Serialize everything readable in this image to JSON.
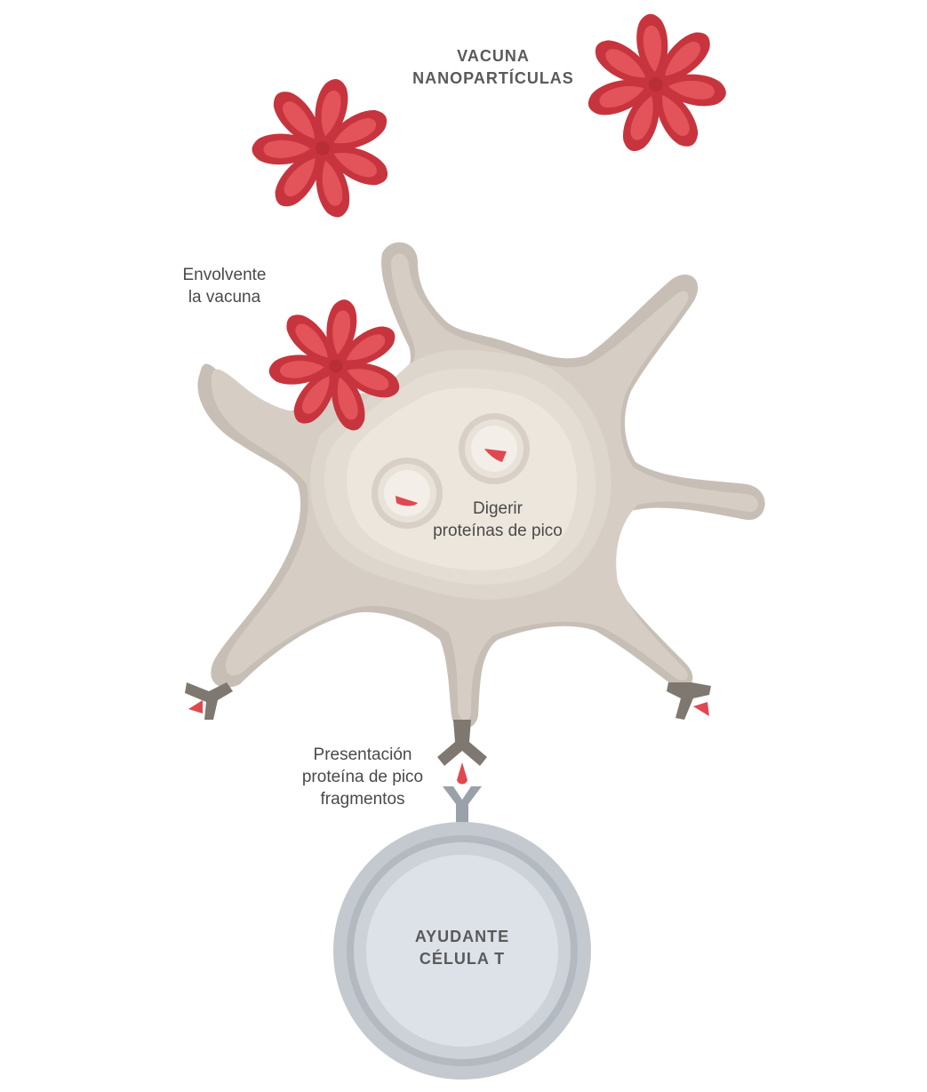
{
  "labels": {
    "vaccine": [
      "VACUNA",
      "NANOPARTÍCULAS"
    ],
    "engulf": [
      "Envolvente",
      "la vacuna"
    ],
    "digest": [
      "Digerir",
      "proteínas de pico"
    ],
    "present": [
      "Presentación",
      "proteína de pico",
      "fragmentos"
    ],
    "tcell": [
      "AYUDANTE",
      "CÉLULA T"
    ]
  },
  "colors": {
    "nanoparticle_red": "#c8343d",
    "nanoparticle_light": "#e2535a",
    "cell_outer": "#b8b0a6",
    "cell_mid": "#d2cac0",
    "cell_inner": "#e6dfd6",
    "receptor": "#7f7870",
    "tcell_outer": "#b6bcc3",
    "tcell_inner": "#d9dee4",
    "text": "#4a4a4a"
  },
  "icons": [
    "nanoparticle-icon",
    "dendritic-cell-icon",
    "vesicle-icon",
    "receptor-icon",
    "t-cell-icon",
    "spike-fragment-icon"
  ]
}
